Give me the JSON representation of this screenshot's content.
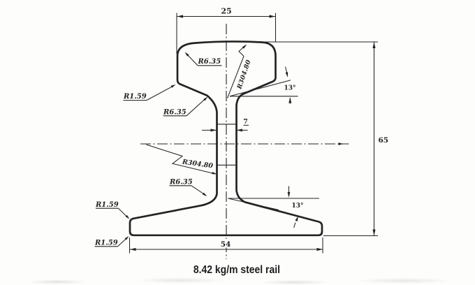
{
  "drawing": {
    "caption": "8.42 kg/m steel rail",
    "dimensions": {
      "head_width": "25",
      "overall_height": "65",
      "foot_width": "54",
      "web_thickness": "7",
      "head_underside_angle": "13°",
      "foot_top_angle": "13°"
    },
    "radii": {
      "head_top_corner": "R6.35",
      "head_side_corner": "R1.59",
      "head_underside_fillet": "R6.35",
      "head_crown": "R304.80",
      "web": "R304.80",
      "foot_web_fillet": "R6.35",
      "foot_top_corner": "R1.59",
      "foot_bottom_corner": "R1.59"
    },
    "colors": {
      "ink": "#232323",
      "paper": "#fdfdfc"
    }
  }
}
